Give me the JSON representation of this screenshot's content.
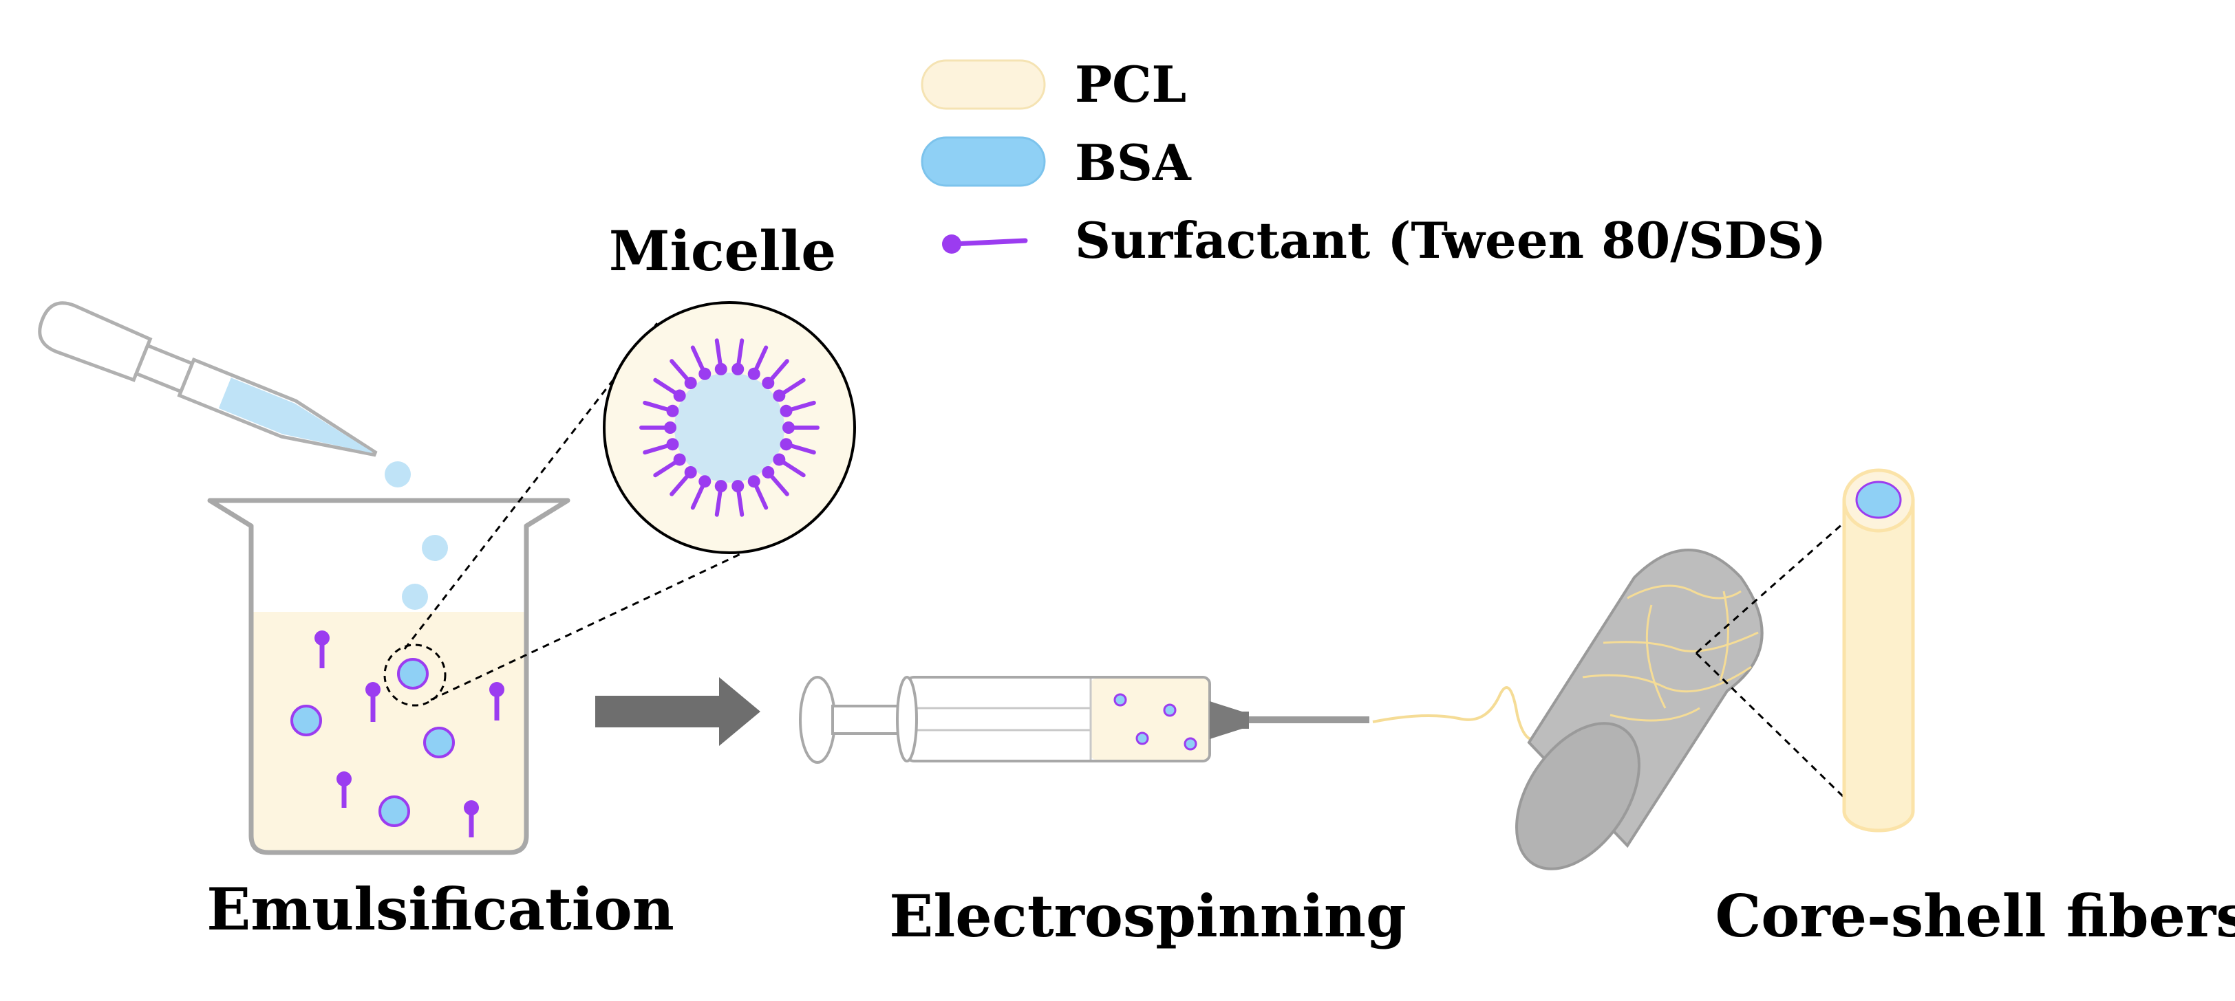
{
  "legend": {
    "pcl_label": "PCL",
    "bsa_label": "BSA",
    "surfactant_label": "Surfactant (Tween 80/SDS)"
  },
  "labels": {
    "micelle": "Micelle",
    "emulsification": "Emulsification",
    "electrospinning": "Electrospinning",
    "core_shell_fibers": "Core-shell fibers"
  },
  "colors": {
    "pcl_fill": "#fdf3dc",
    "pcl_stroke": "#f5e3b3",
    "bsa_fill": "#8fd0f5",
    "bsa_stroke": "#7cc3ec",
    "surfactant": "#9b3cf0",
    "micelle_core": "#cde7f4",
    "collector": "#bdbdbd",
    "arrow": "#6e6e6e",
    "fiber_outer": "#fbe3a8",
    "fiber_inner": "#fdf3dc"
  }
}
